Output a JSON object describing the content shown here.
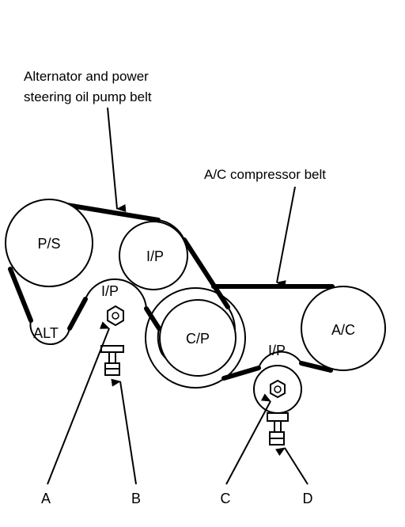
{
  "callouts": {
    "alt_ps_belt_line1": "Alternator and power",
    "alt_ps_belt_line2": "steering oil pump belt",
    "ac_belt": "A/C compressor belt"
  },
  "pulleys": {
    "ps": "P/S",
    "ip_upper": "I/P",
    "ip_left": "I/P",
    "alt": "ALT",
    "cp": "C/P",
    "ac": "A/C",
    "ip_lower": "I/P"
  },
  "letters": {
    "a": "A",
    "b": "B",
    "c": "C",
    "d": "D"
  }
}
